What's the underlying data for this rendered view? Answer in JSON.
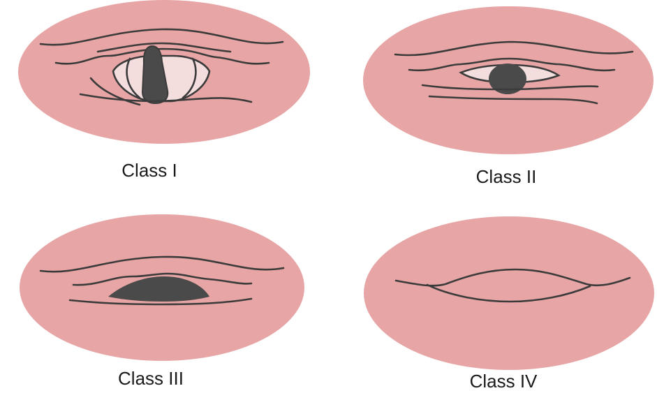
{
  "colors": {
    "oval": "#e8a5a5",
    "line": "#3b3b3b",
    "dark": "#4a4a4a",
    "light": "#f4dedd",
    "background": "#ffffff"
  },
  "panels": [
    {
      "label": "Class I"
    },
    {
      "label": "Class II"
    },
    {
      "label": "Class III"
    },
    {
      "label": "Class IV"
    }
  ]
}
